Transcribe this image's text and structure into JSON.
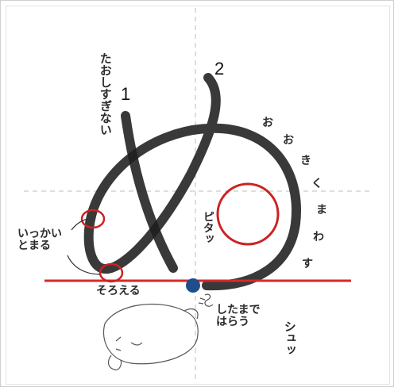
{
  "labels": {
    "stroke_1": "1",
    "stroke_2": "2",
    "taoshisuginai": "たおしすぎない",
    "ikkai_tomaru": "いっかい\nとまる",
    "soroeru": "そろえる",
    "pitatt": "ピタッ",
    "ookiku_mawasu": [
      "お",
      "お",
      "き",
      "く",
      "ま",
      "わ",
      "す"
    ],
    "shitamade_harau": "したまで\nはらう",
    "shutt": "シュッ"
  },
  "colors": {
    "ink": "#1e1e1e",
    "guide": "#b9b9b9",
    "baseline": "#d62a2a",
    "circle": "#cc2222",
    "dot": "#1f4e8c"
  }
}
